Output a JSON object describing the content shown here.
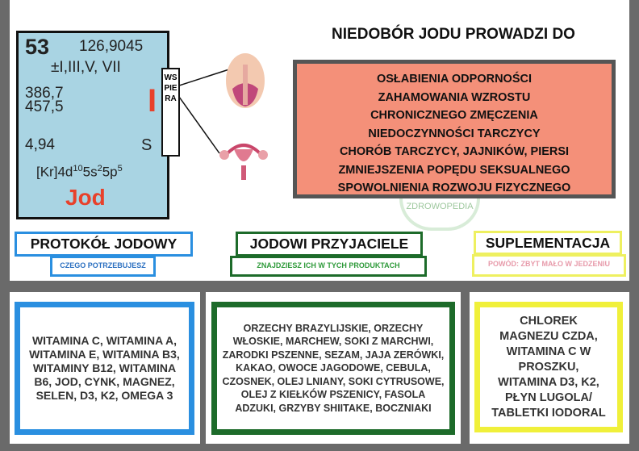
{
  "element": {
    "number": "53",
    "mass": "126,9045",
    "oxidation": "±I,III,V, VII",
    "energy1": "386,7",
    "energy2": "457,5",
    "electronegativity": "4,94",
    "symbol": "I",
    "state": "S",
    "config_base": "[Kr]4d",
    "config_exp1": "10",
    "config_mid1": "5s",
    "config_exp2": "2",
    "config_mid2": "5p",
    "config_exp3": "5",
    "name": "Jod"
  },
  "supports_label": "WSPIERA",
  "title": "NIEDOBÓR JODU PROWADZI DO",
  "deficiency_effects": [
    "OSŁABIENIA ODPORNOŚCI",
    "ZAHAMOWANIA WZROSTU",
    "CHRONICZNEGO ZMĘCZENIA",
    "NIEDOCZYNNOŚCI TARCZYCY",
    "CHORÓB TARCZYCY, JAJNIKÓW, PIERSI",
    "ZMNIEJSZENIA POPĘDU SEKSUALNEGO",
    "SPOWOLNIENIA ROZWOJU FIZYCZNEGO"
  ],
  "sections": [
    {
      "title": "PROTOKÓŁ JODOWY",
      "subtitle": "CZEGO POTRZEBUJESZ",
      "content": "WITAMINA C, WITAMINA A, WITAMINA E, WITAMINA B3, WITAMINY B12, WITAMINA B6, JOD, CYNK, MAGNEZ, SELEN, D3, K2, OMEGA 3",
      "color": "#2a8fe0"
    },
    {
      "title": "JODOWI PRZYJACIELE",
      "subtitle": "ZNAJDZIESZ ICH W TYCH PRODUKTACH",
      "content": "ORZECHY BRAZYLIJSKIE, ORZECHY WŁOSKIE, MARCHEW, SOKI Z MARCHWI, ZARODKI PSZENNE, SEZAM, JAJA ZERÓWKI, KAKAO, OWOCE JAGODOWE, CEBULA, CZOSNEK, OLEJ LNIANY, SOKI CYTRUSOWE, OLEJ Z KIEŁKÓW PSZENICY, FASOLA ADZUKI, GRZYBY SHIITAKE, BOCZNIAKI",
      "color": "#1d6b2a"
    },
    {
      "title": "SUPLEMENTACJA",
      "subtitle": "POWÓD: ZBYT MAŁO W JEDZENIU",
      "content": "CHLOREK MAGNEZU CZDA, WITAMINA C W PROSZKU, WITAMINA D3, K2, PŁYN LUGOLA/ TABLETKI IODORAL",
      "color": "#f0f03a"
    }
  ],
  "watermark": "ZDROWOPEDIA",
  "colors": {
    "element_bg": "#a9d4e3",
    "symbol_red": "#e8412b",
    "effects_bg": "#f49079",
    "frame": "#6a6a6a"
  }
}
